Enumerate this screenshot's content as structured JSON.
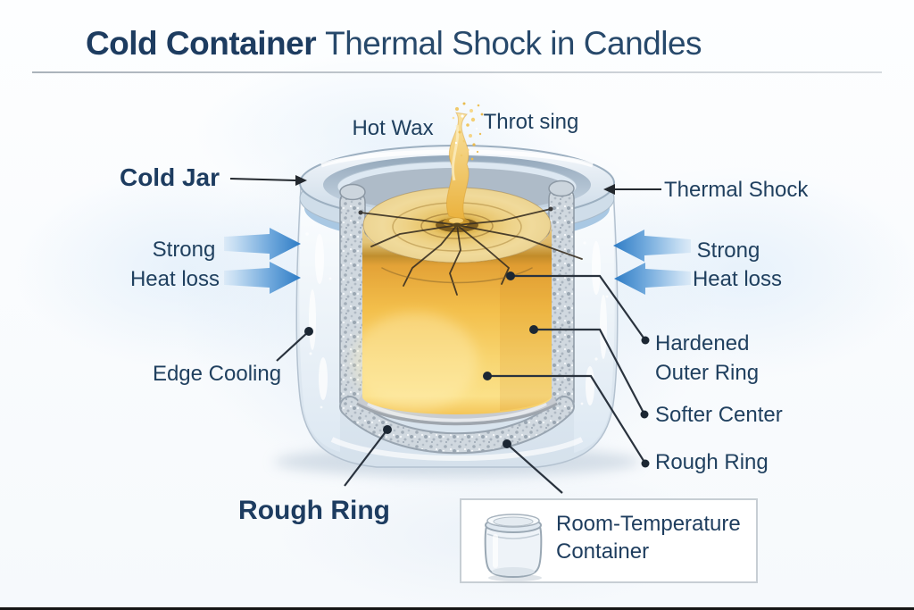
{
  "title": {
    "bold": "Cold Container",
    "regular": "Thermal Shock in Candles"
  },
  "labels": {
    "hot_wax": "Hot Wax",
    "pouring": "Throt sing",
    "cold_jar": "Cold Jar",
    "thermal_shock": "Thermal Shock",
    "strong_left": "Strong",
    "heat_loss_left": "Heat loss",
    "strong_right": "Strong",
    "heat_loss_right": "Heat loss",
    "edge_cooling": "Edge Cooling",
    "hardened_line1": "Hardened",
    "hardened_line2": "Outer Ring",
    "softer_center": "Softer Center",
    "rough_ring_right": "Rough Ring",
    "rough_ring_bottom": "Rough Ring"
  },
  "legend": {
    "line1": "Room-Temperature",
    "line2": "Container"
  },
  "colors": {
    "title_navy": "#1d3c60",
    "label_navy": "#20405f",
    "arrow_blue_dark": "#2e7cc5",
    "arrow_blue_light": "#dcEAf7",
    "wax_gold": "#f3bf4b",
    "wax_amber_dark": "#bf8e2e",
    "glass_blue": "#a9c8e3",
    "gray_ring": "#c7cbd1",
    "leader_line": "#2a333e",
    "divider_gray": "#aab2ba"
  }
}
